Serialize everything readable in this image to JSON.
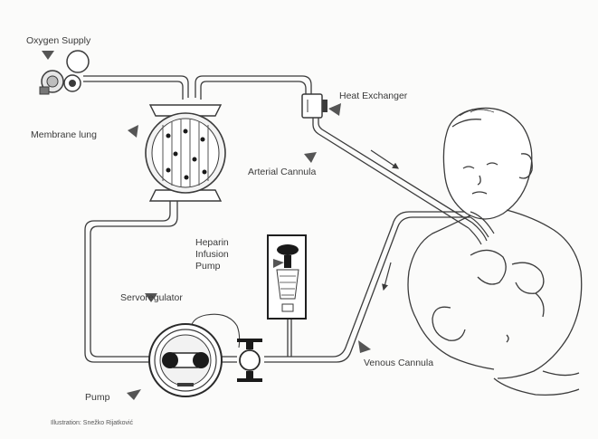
{
  "diagram": {
    "labels": {
      "oxygen_supply": "Oxygen Supply",
      "membrane_lung": "Membrane lung",
      "heat_exchanger": "Heat Exchanger",
      "arterial_cannula": "Arterial Cannula",
      "heparin_line1": "Heparin",
      "heparin_line2": "Infusion",
      "heparin_line3": "Pump",
      "servoregulator": "Servoregulator",
      "pump": "Pump",
      "venous_cannula": "Venous Cannula",
      "credit": "Illustration: Snežko Rijatković"
    },
    "colors": {
      "line": "#3b3b3b",
      "fill_dark": "#1a1a1a",
      "background": "#fbfbfa",
      "pointer": "#5a5a5a"
    }
  }
}
